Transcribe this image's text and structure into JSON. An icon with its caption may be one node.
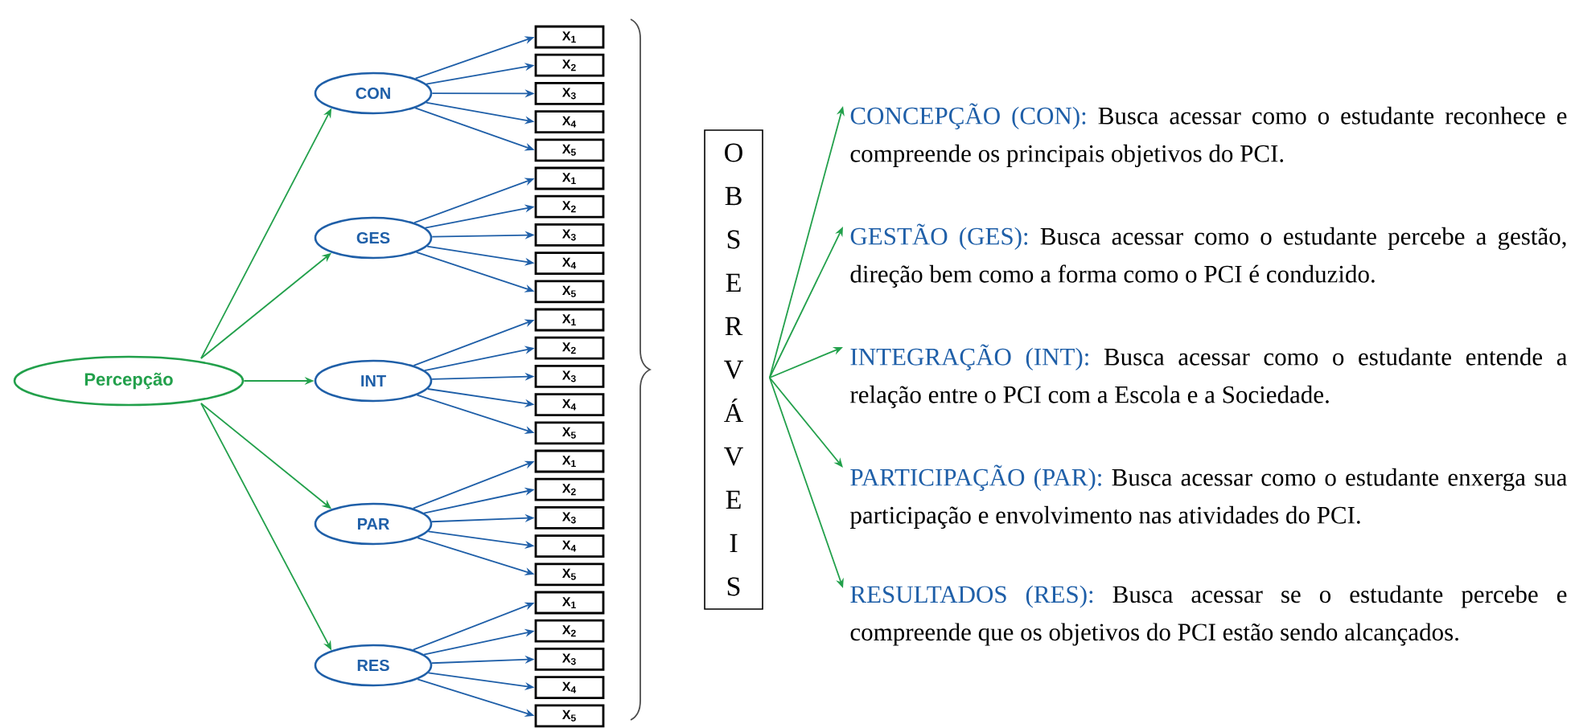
{
  "diagram": {
    "nodes": [
      {
        "text": [
          "Percepção"
        ]
      },
      {
        "text": [
          "CON"
        ]
      },
      {
        "text": [
          "GES"
        ]
      },
      {
        "text": [
          "INT"
        ]
      },
      {
        "text": [
          "PAR"
        ]
      },
      {
        "text": [
          "RES"
        ]
      },
      {
        "text": [
          "X$_{1}$"
        ]
      },
      {
        "text": [
          "X$_{2}$"
        ]
      },
      {
        "text": [
          "X$_{3}$"
        ]
      },
      {
        "text": [
          "X$_{4}$"
        ]
      },
      {
        "text": [
          "X$_{5}$"
        ]
      },
      {
        "text": [
          "X$_{1}$"
        ]
      },
      {
        "text": [
          "X$_{2}$"
        ]
      },
      {
        "text": [
          "X$_{3}$"
        ]
      },
      {
        "text": [
          "X$_{4}$"
        ]
      },
      {
        "text": [
          "X$_{5}$"
        ]
      },
      {
        "text": [
          "X$_{1}$"
        ]
      },
      {
        "text": [
          "X$_{2}$"
        ]
      },
      {
        "text": [
          "X$_{3}$"
        ]
      },
      {
        "text": [
          "X$_{4}$"
        ]
      },
      {
        "text": [
          "X$_{5}$"
        ]
      },
      {
        "text": [
          "X$_{1}$"
        ]
      },
      {
        "text": [
          "X$_{2}$"
        ]
      },
      {
        "text": [
          "X$_{3}$"
        ]
      },
      {
        "text": [
          "X$_{4}$"
        ]
      },
      {
        "text": [
          "X$_{5}$"
        ]
      },
      {
        "text": [
          "X$_{1}$"
        ]
      },
      {
        "text": [
          "X$_{2}$"
        ]
      },
      {
        "text": [
          "X$_{3}$"
        ]
      },
      {
        "text": [
          "X$_{4}$"
        ]
      },
      {
        "text": [
          "X$_{5}$"
        ]
      },
      {
        "text": [
          "O B S E R V Á V E I S"
        ]
      },
      {
        "text": [
          "CONCEPÇÃO (CON):",
          "Busca acessar como o estudante reconhece e compreende os principais objetivos do PCI."
        ]
      },
      {
        "text": [
          "GESTÃO (GES):",
          "Busca acessar como o estudante percebe a gestão, direção bem como a forma como o PCI é conduzido."
        ]
      },
      {
        "text": [
          "INTEGRAÇÃO (INT):",
          "Busca acessar como o estudante entende a relação entre o PCI com a Escola e a Sociedade."
        ]
      },
      {
        "text": [
          "PARTICIPAÇÃO (PAR):",
          "Busca acessar como o estudante enxerga sua participação e envolvimento nas atividades do PCI."
        ]
      },
      {
        "text": [
          "RESULTADOS (RES):",
          "Busca acessar se o estudante percebe e compreende que os objetivos do PCI estão sendo alcançados."
        ]
      }
    ],
    "edges": [
      {
        "from": 0,
        "to": 1,
        "arrow": "to",
        "color": "#22a04b"
      },
      {
        "from": 0,
        "to": 2,
        "arrow": "to",
        "color": "#22a04b"
      },
      {
        "from": 0,
        "to": 3,
        "arrow": "to",
        "color": "#22a04b"
      },
      {
        "from": 0,
        "to": 4,
        "arrow": "to",
        "color": "#22a04b"
      },
      {
        "from": 0,
        "to": 5,
        "arrow": "to",
        "color": "#22a04b"
      },
      {
        "from": 1,
        "to": 6,
        "arrow": "to"
      },
      {
        "from": 1,
        "to": 7,
        "arrow": "to"
      },
      {
        "from": 1,
        "to": 8,
        "arrow": "to"
      },
      {
        "from": 1,
        "to": 9,
        "arrow": "to"
      },
      {
        "from": 1,
        "to": 10,
        "arrow": "to"
      },
      {
        "from": 2,
        "to": 11,
        "arrow": "to"
      },
      {
        "from": 2,
        "to": 12,
        "arrow": "to"
      },
      {
        "from": 2,
        "to": 13,
        "arrow": "to"
      },
      {
        "from": 2,
        "to": 14,
        "arrow": "to"
      },
      {
        "from": 2,
        "to": 15,
        "arrow": "to"
      },
      {
        "from": 3,
        "to": 16,
        "arrow": "to"
      },
      {
        "from": 3,
        "to": 17,
        "arrow": "to"
      },
      {
        "from": 3,
        "to": 18,
        "arrow": "to"
      },
      {
        "from": 3,
        "to": 19,
        "arrow": "to"
      },
      {
        "from": 3,
        "to": 20,
        "arrow": "to"
      },
      {
        "from": 4,
        "to": 21,
        "arrow": "to"
      },
      {
        "from": 4,
        "to": 22,
        "arrow": "to"
      },
      {
        "from": 4,
        "to": 23,
        "arrow": "to"
      },
      {
        "from": 4,
        "to": 24,
        "arrow": "to"
      },
      {
        "from": 4,
        "to": 25,
        "arrow": "to"
      },
      {
        "from": 5,
        "to": 26,
        "arrow": "to"
      },
      {
        "from": 5,
        "to": 27,
        "arrow": "to"
      },
      {
        "from": 5,
        "to": 28,
        "arrow": "to"
      },
      {
        "from": 5,
        "to": 29,
        "arrow": "to"
      },
      {
        "from": 5,
        "to": 30,
        "arrow": "to"
      },
      {
        "from": 31,
        "to": 32,
        "arrow": "to",
        "color": "#22a04b"
      },
      {
        "from": 31,
        "to": 33,
        "arrow": "to",
        "color": "#22a04b"
      },
      {
        "from": 31,
        "to": 34,
        "arrow": "to",
        "color": "#22a04b"
      },
      {
        "from": 31,
        "to": 35,
        "arrow": "to",
        "color": "#22a04b"
      },
      {
        "from": 31,
        "to": 36,
        "arrow": "to",
        "color": "#22a04b"
      }
    ]
  }
}
